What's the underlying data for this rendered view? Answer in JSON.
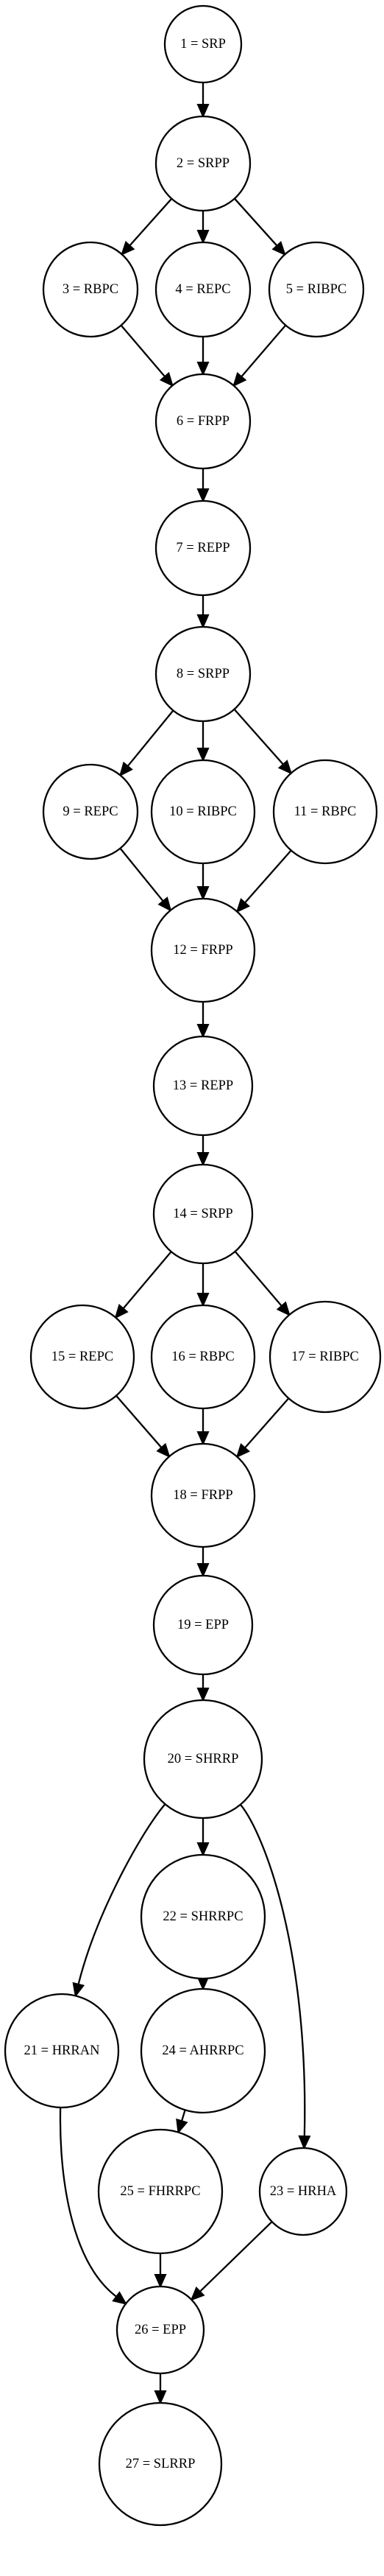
{
  "nodes": [
    {
      "id": "1",
      "label": "1 = SRP"
    },
    {
      "id": "2",
      "label": "2 = SRPP"
    },
    {
      "id": "3",
      "label": "3 = RBPC"
    },
    {
      "id": "4",
      "label": "4 = REPC"
    },
    {
      "id": "5",
      "label": "5 = RIBPC"
    },
    {
      "id": "6",
      "label": "6 = FRPP"
    },
    {
      "id": "7",
      "label": "7 = REPP"
    },
    {
      "id": "8",
      "label": "8 = SRPP"
    },
    {
      "id": "9",
      "label": "9 = REPC"
    },
    {
      "id": "10",
      "label": "10 = RIBPC"
    },
    {
      "id": "11",
      "label": "11 = RBPC"
    },
    {
      "id": "12",
      "label": "12 = FRPP"
    },
    {
      "id": "13",
      "label": "13 = REPP"
    },
    {
      "id": "14",
      "label": "14 = SRPP"
    },
    {
      "id": "15",
      "label": "15 = REPC"
    },
    {
      "id": "16",
      "label": "16 = RBPC"
    },
    {
      "id": "17",
      "label": "17 = RIBPC"
    },
    {
      "id": "18",
      "label": "18 = FRPP"
    },
    {
      "id": "19",
      "label": "19 = EPP"
    },
    {
      "id": "20",
      "label": "20 = SHRRP"
    },
    {
      "id": "22",
      "label": "22 = SHRRPC"
    },
    {
      "id": "21",
      "label": "21 = HRRAN"
    },
    {
      "id": "24",
      "label": "24 = AHRRPC"
    },
    {
      "id": "25",
      "label": "25 = FHRRPC"
    },
    {
      "id": "23",
      "label": "23 = HRHA"
    },
    {
      "id": "26",
      "label": "26 = EPP"
    },
    {
      "id": "27",
      "label": "27 = SLRRP"
    }
  ],
  "edges": [
    {
      "from": "1",
      "to": "2"
    },
    {
      "from": "2",
      "to": "3"
    },
    {
      "from": "2",
      "to": "4"
    },
    {
      "from": "2",
      "to": "5"
    },
    {
      "from": "3",
      "to": "6"
    },
    {
      "from": "4",
      "to": "6"
    },
    {
      "from": "5",
      "to": "6"
    },
    {
      "from": "6",
      "to": "7"
    },
    {
      "from": "7",
      "to": "8"
    },
    {
      "from": "8",
      "to": "9"
    },
    {
      "from": "8",
      "to": "10"
    },
    {
      "from": "8",
      "to": "11"
    },
    {
      "from": "9",
      "to": "12"
    },
    {
      "from": "10",
      "to": "12"
    },
    {
      "from": "11",
      "to": "12"
    },
    {
      "from": "12",
      "to": "13"
    },
    {
      "from": "13",
      "to": "14"
    },
    {
      "from": "14",
      "to": "15"
    },
    {
      "from": "14",
      "to": "16"
    },
    {
      "from": "14",
      "to": "17"
    },
    {
      "from": "15",
      "to": "18"
    },
    {
      "from": "16",
      "to": "18"
    },
    {
      "from": "17",
      "to": "18"
    },
    {
      "from": "18",
      "to": "19"
    },
    {
      "from": "19",
      "to": "20"
    },
    {
      "from": "20",
      "to": "21"
    },
    {
      "from": "20",
      "to": "22"
    },
    {
      "from": "20",
      "to": "23"
    },
    {
      "from": "22",
      "to": "24"
    },
    {
      "from": "24",
      "to": "25"
    },
    {
      "from": "21",
      "to": "26"
    },
    {
      "from": "25",
      "to": "26"
    },
    {
      "from": "23",
      "to": "26"
    },
    {
      "from": "26",
      "to": "27"
    }
  ]
}
